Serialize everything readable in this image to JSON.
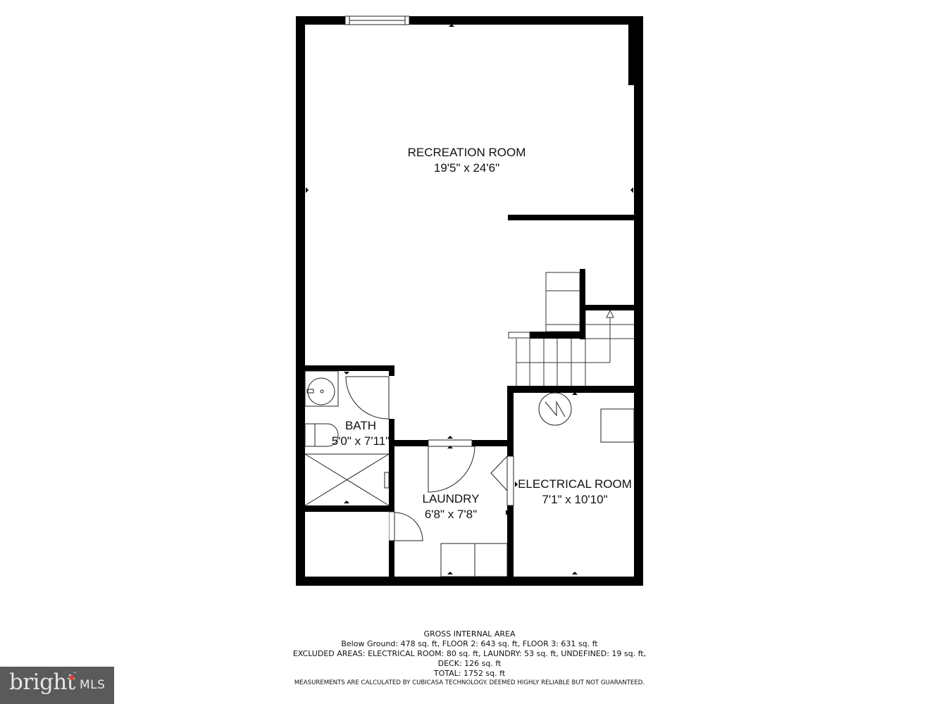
{
  "floorplan": {
    "rooms": [
      {
        "id": "recreation-room",
        "name": "RECREATION ROOM",
        "dimensions": "19'5\" x 24'6\""
      },
      {
        "id": "bath",
        "name": "BATH",
        "dimensions": "5'0\" x 7'11\""
      },
      {
        "id": "laundry",
        "name": "LAUNDRY",
        "dimensions": "6'8\" x 7'8\""
      },
      {
        "id": "electrical-room",
        "name": "ELECTRICAL ROOM",
        "dimensions": "7'1\" x 10'10\""
      }
    ],
    "colors": {
      "wall": "#000000",
      "background": "#ffffff",
      "line": "#222222"
    }
  },
  "area_summary": {
    "title": "GROSS INTERNAL AREA",
    "floors": "Below Ground: 478 sq. ft, FLOOR 2: 643 sq. ft, FLOOR 3: 631 sq. ft",
    "excluded": "EXCLUDED AREAS: ELECTRICAL ROOM: 80 sq. ft, LAUNDRY: 53 sq. ft, UNDEFINED: 19 sq. ft,",
    "excluded_cont": "DECK: 126 sq. ft",
    "total": "TOTAL: 1752 sq. ft",
    "disclaimer": "MEASUREMENTS ARE CALCULATED BY CUBICASA TECHNOLOGY. DEEMED HIGHLY RELIABLE BUT NOT GUARANTEED."
  },
  "logo": {
    "brand": "bright",
    "suffix": "MLS",
    "trademark": "™",
    "background": "#5a5a5a",
    "accent": "#d9432e"
  }
}
